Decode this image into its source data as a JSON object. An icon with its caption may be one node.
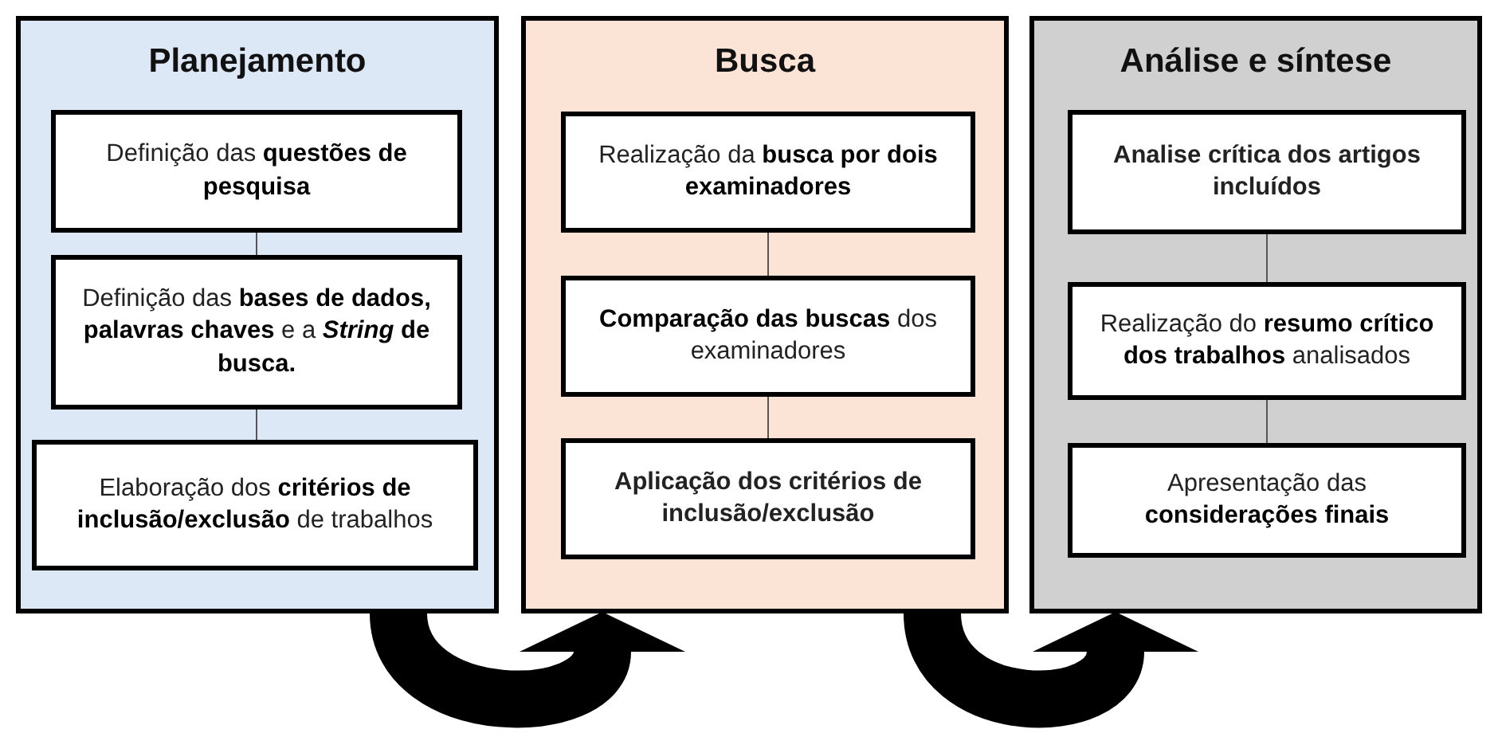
{
  "diagram": {
    "nodes": [
      {
        "text": [
          "Planejamento"
        ]
      },
      {
        "text": [
          "Definição das **questões de pesquisa**"
        ],
        "in": 0
      },
      {
        "text": [
          "Definição das **bases de dados, palavras chaves** e a ***String* de busca.**"
        ],
        "in": 0
      },
      {
        "text": [
          "Elaboração dos **critérios de inclusão/exclusão** de trabalhos"
        ],
        "in": 0
      },
      {
        "text": [
          "Busca"
        ]
      },
      {
        "text": [
          "Realização da **busca por dois examinadores**"
        ],
        "in": 4
      },
      {
        "text": [
          "**Comparação das buscas** dos examinadores"
        ],
        "in": 4
      },
      {
        "text": [
          "Aplicação dos critérios de inclusão/exclusão"
        ],
        "in": 4
      },
      {
        "text": [
          "Análise e síntese"
        ]
      },
      {
        "text": [
          "Analise crítica dos artigos incluídos"
        ],
        "in": 8
      },
      {
        "text": [
          "Realização do **resumo crítico dos trabalhos** analisados"
        ],
        "in": 8
      },
      {
        "text": [
          "Apresentação das **considerações finais**"
        ],
        "in": 8
      }
    ],
    "edges": [
      {
        "from": 1,
        "to": 2,
        "arrow": "none"
      },
      {
        "from": 2,
        "to": 3,
        "arrow": "none"
      },
      {
        "from": 5,
        "to": 6,
        "arrow": "none"
      },
      {
        "from": 6,
        "to": 7,
        "arrow": "none"
      },
      {
        "from": 9,
        "to": 10,
        "arrow": "none"
      },
      {
        "from": 10,
        "to": 11,
        "arrow": "none"
      },
      {
        "from": 0,
        "to": 4,
        "arrow": "to",
        "style": "thick"
      },
      {
        "from": 4,
        "to": 8,
        "arrow": "to",
        "style": "thick"
      }
    ]
  }
}
